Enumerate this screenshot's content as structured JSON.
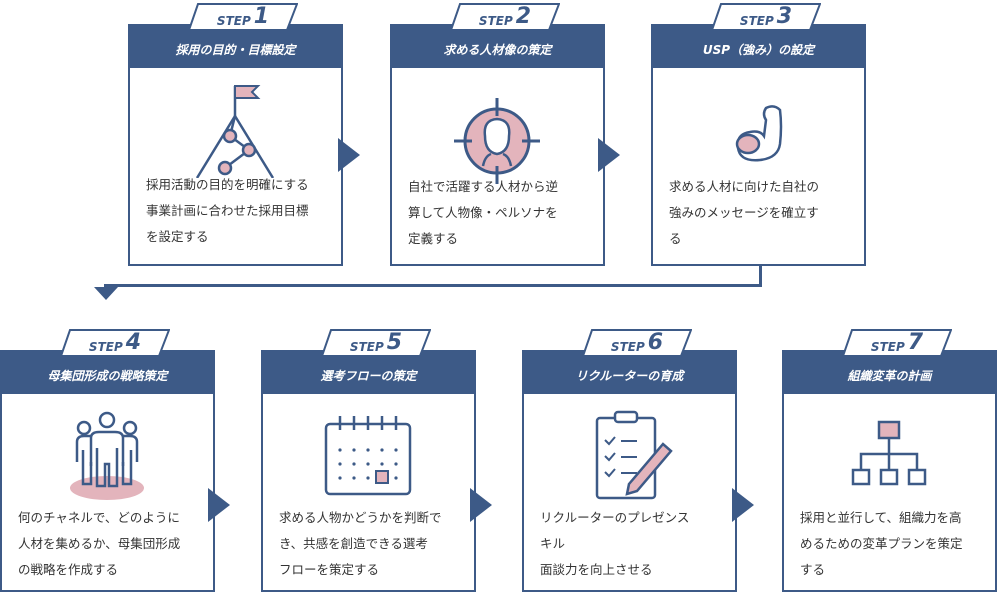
{
  "colors": {
    "navy": "#3d5a87",
    "pink": "#e3b4bc"
  },
  "steps": [
    {
      "step_label": "STEP",
      "number": "1",
      "title": "採用の目的・目標設定",
      "icon": "mountain-flag-icon",
      "lines": [
        "採用活動の目的を明確にする",
        "事業計画に合わせた採用目標",
        "を設定する"
      ]
    },
    {
      "step_label": "STEP",
      "number": "2",
      "title": "求める人材像の策定",
      "icon": "target-person-icon",
      "lines": [
        "自社で活躍する人材から逆",
        "算して人物像・ペルソナを",
        "定義する"
      ]
    },
    {
      "step_label": "STEP",
      "number": "3",
      "title": "USP（強み）の設定",
      "icon": "flexed-arm-icon",
      "lines": [
        "求める人材に向けた自社の",
        "強みのメッセージを確立す",
        "る"
      ]
    },
    {
      "step_label": "STEP",
      "number": "4",
      "title": "母集団形成の戦略策定",
      "icon": "group-people-icon",
      "lines": [
        "何のチャネルで、どのように",
        "人材を集めるか、母集団形成",
        "の戦略を作成する"
      ]
    },
    {
      "step_label": "STEP",
      "number": "5",
      "title": "選考フローの策定",
      "icon": "calendar-icon",
      "lines": [
        "求める人物かどうかを判断で",
        "き、共感を創造できる選考",
        "フローを策定する"
      ]
    },
    {
      "step_label": "STEP",
      "number": "6",
      "title": "リクルーターの育成",
      "icon": "clipboard-pen-icon",
      "lines": [
        "リクルーターのプレゼンス",
        "キル",
        "面談力を向上させる"
      ]
    },
    {
      "step_label": "STEP",
      "number": "7",
      "title": "組織変革の計画",
      "icon": "org-chart-icon",
      "lines": [
        "採用と並行して、組織力を高",
        "めるための変革プランを策定",
        "する"
      ]
    }
  ]
}
